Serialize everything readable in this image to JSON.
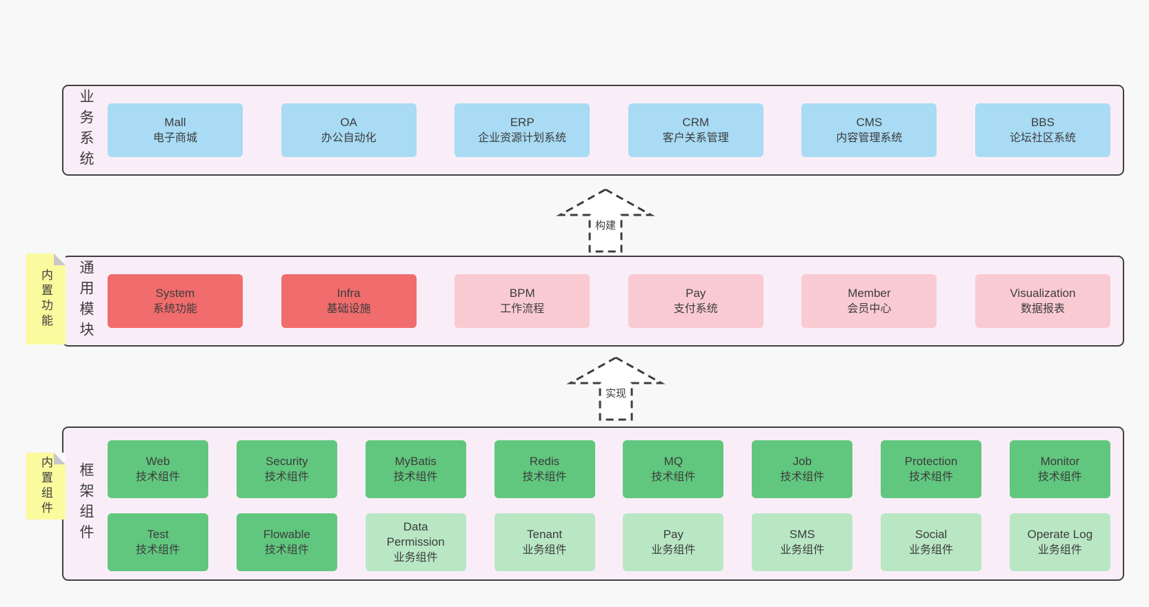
{
  "colors": {
    "page-bg": "#f8f8f8",
    "panel-bg": "#f9eef7",
    "panel-border": "#3f3f3f",
    "blue": "#a9dbf4",
    "red": "#f16c6c",
    "pink": "#facad3",
    "green": "#61c77e",
    "light-green": "#b9e7c4",
    "note-yellow": "#fafa9e",
    "note-fold": "#c8c8c8",
    "text": "#3c3c3c"
  },
  "arrows": [
    {
      "label": "构建"
    },
    {
      "label": "实现"
    }
  ],
  "layers": {
    "business": {
      "label": "业务系统",
      "boxes": [
        {
          "name": "Mall",
          "desc": "电子商城"
        },
        {
          "name": "OA",
          "desc": "办公自动化"
        },
        {
          "name": "ERP",
          "desc": "企业资源计划系统"
        },
        {
          "name": "CRM",
          "desc": "客户关系管理"
        },
        {
          "name": "CMS",
          "desc": "内容管理系统"
        },
        {
          "name": "BBS",
          "desc": "论坛社区系统"
        }
      ]
    },
    "modules": {
      "label": "通用模块",
      "note": "内置功能",
      "boxes": [
        {
          "name": "System",
          "desc": "系统功能"
        },
        {
          "name": "Infra",
          "desc": "基础设施"
        },
        {
          "name": "BPM",
          "desc": "工作流程"
        },
        {
          "name": "Pay",
          "desc": "支付系统"
        },
        {
          "name": "Member",
          "desc": "会员中心"
        },
        {
          "name": "Visualization",
          "desc": "数据报表"
        }
      ]
    },
    "framework": {
      "label": "框架组件",
      "note": "内置组件",
      "row1": [
        {
          "name": "Web",
          "desc": "技术组件"
        },
        {
          "name": "Security",
          "desc": "技术组件"
        },
        {
          "name": "MyBatis",
          "desc": "技术组件"
        },
        {
          "name": "Redis",
          "desc": "技术组件"
        },
        {
          "name": "MQ",
          "desc": "技术组件"
        },
        {
          "name": "Job",
          "desc": "技术组件"
        },
        {
          "name": "Protection",
          "desc": "技术组件"
        },
        {
          "name": "Monitor",
          "desc": "技术组件"
        }
      ],
      "row2": [
        {
          "name": "Test",
          "desc": "技术组件"
        },
        {
          "name": "Flowable",
          "desc": "技术组件"
        },
        {
          "name": "Data Permission",
          "desc": "业务组件"
        },
        {
          "name": "Tenant",
          "desc": "业务组件"
        },
        {
          "name": "Pay",
          "desc": "业务组件"
        },
        {
          "name": "SMS",
          "desc": "业务组件"
        },
        {
          "name": "Social",
          "desc": "业务组件"
        },
        {
          "name": "Operate Log",
          "desc": "业务组件"
        }
      ]
    }
  }
}
